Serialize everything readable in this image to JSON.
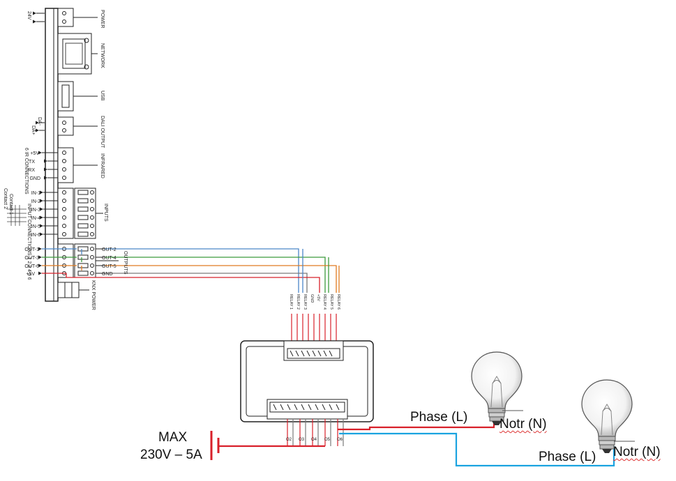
{
  "device": {
    "sections": [
      "POWER",
      "NETWORK",
      "USB",
      "DALI OUTPUT",
      "INFRARED",
      "INPUTS",
      "OUTPUTS",
      "KNX POWER"
    ],
    "power_label": "24V",
    "dali_pins": [
      "DA-",
      "DA+"
    ],
    "ir_pins": [
      "+5V",
      "TX",
      "RX",
      "GND"
    ],
    "ir_note": "6 IR CONNECTIONS",
    "input_pins": [
      "IN-1",
      "IN-2",
      "IN-3",
      "IN-4",
      "IN-5",
      "IN-6"
    ],
    "input_note": "INPUT CONNECTIONS 1 2 3 4 5 6",
    "contact_labels": [
      "Contact 1",
      "Contact 2"
    ],
    "output_pins_left": [
      "OUT-1",
      "OUT-3",
      "OUT-6",
      "+5V"
    ],
    "output_pins_right": [
      "OUT-2",
      "OUT-4",
      "OUT-5",
      "GND"
    ]
  },
  "relay_module": {
    "top_labels": [
      "RELAY 1",
      "RELAY 2",
      "RELAY 3",
      "GND",
      "+5V",
      "RELAY 4",
      "RELAY 5",
      "RELAY 6"
    ],
    "bottom_labels": [
      "O2",
      "O3",
      "O4",
      "O5",
      "O6"
    ]
  },
  "annotations": {
    "supply_max": "MAX",
    "supply_rating": "230V – 5A",
    "phase1": "Phase (L)",
    "neutral1": "Notr (N)",
    "phase2": "Phase (L)",
    "neutral2": "Notr (N)"
  },
  "colors": {
    "blue": "#4a86c8",
    "green": "#3c9a3c",
    "orange": "#e07b20",
    "red": "#d8202a",
    "cyan": "#1aa3e0",
    "gray": "#7a7a7a",
    "dark": "#222222"
  }
}
